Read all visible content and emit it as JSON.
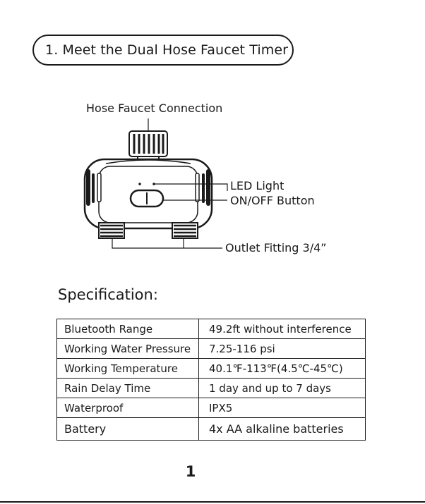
{
  "section": {
    "heading": "1. Meet the Dual Hose Faucet Timer"
  },
  "diagram": {
    "callouts": {
      "inlet": "Hose Faucet Connection",
      "led": "LED Light",
      "button": "ON/OFF Button",
      "outlet": "Outlet Fitting 3/4”"
    }
  },
  "specification": {
    "title": "Specification:",
    "rows": [
      {
        "label": "Bluetooth Range",
        "value": "49.2ft without interference"
      },
      {
        "label": "Working Water Pressure",
        "value": "7.25-116 psi"
      },
      {
        "label": "Working Temperature",
        "value": "40.1℉-113℉(4.5℃-45℃)"
      },
      {
        "label": "Rain Delay Time",
        "value": "1 day and up to 7 days"
      },
      {
        "label": "Waterproof",
        "value": "IPX5"
      },
      {
        "label": "Battery",
        "value": "4x AA alkaline batteries"
      }
    ]
  },
  "footer": {
    "page_number": "1"
  }
}
